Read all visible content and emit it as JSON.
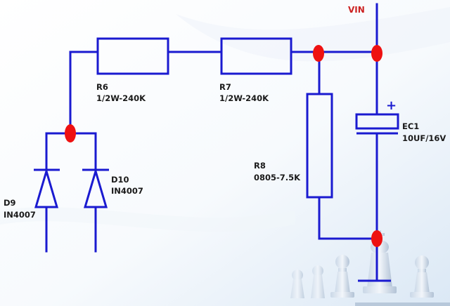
{
  "colors": {
    "wire": "#1a1ad0",
    "node": "#ee1111",
    "label": "#1a1a1a",
    "vin_label": "#cc2222",
    "background": "#ffffff",
    "background_tint": "#dbe8f5"
  },
  "labels": {
    "vin": "VIN",
    "r6": {
      "ref": "R6",
      "value": "1/2W-240K"
    },
    "r7": {
      "ref": "R7",
      "value": "1/2W-240K"
    },
    "r8": {
      "ref": "R8",
      "value": "0805-7.5K"
    },
    "ec1": {
      "ref": "EC1",
      "value": "10UF/16V",
      "polarity": "+"
    },
    "d9": {
      "ref": "D9",
      "value": "IN4007"
    },
    "d10": {
      "ref": "D10",
      "value": "IN4007"
    }
  },
  "icons": [
    "resistor-icon",
    "diode-icon",
    "polarized-capacitor-icon",
    "ground-icon",
    "chess-pieces-watermark"
  ]
}
